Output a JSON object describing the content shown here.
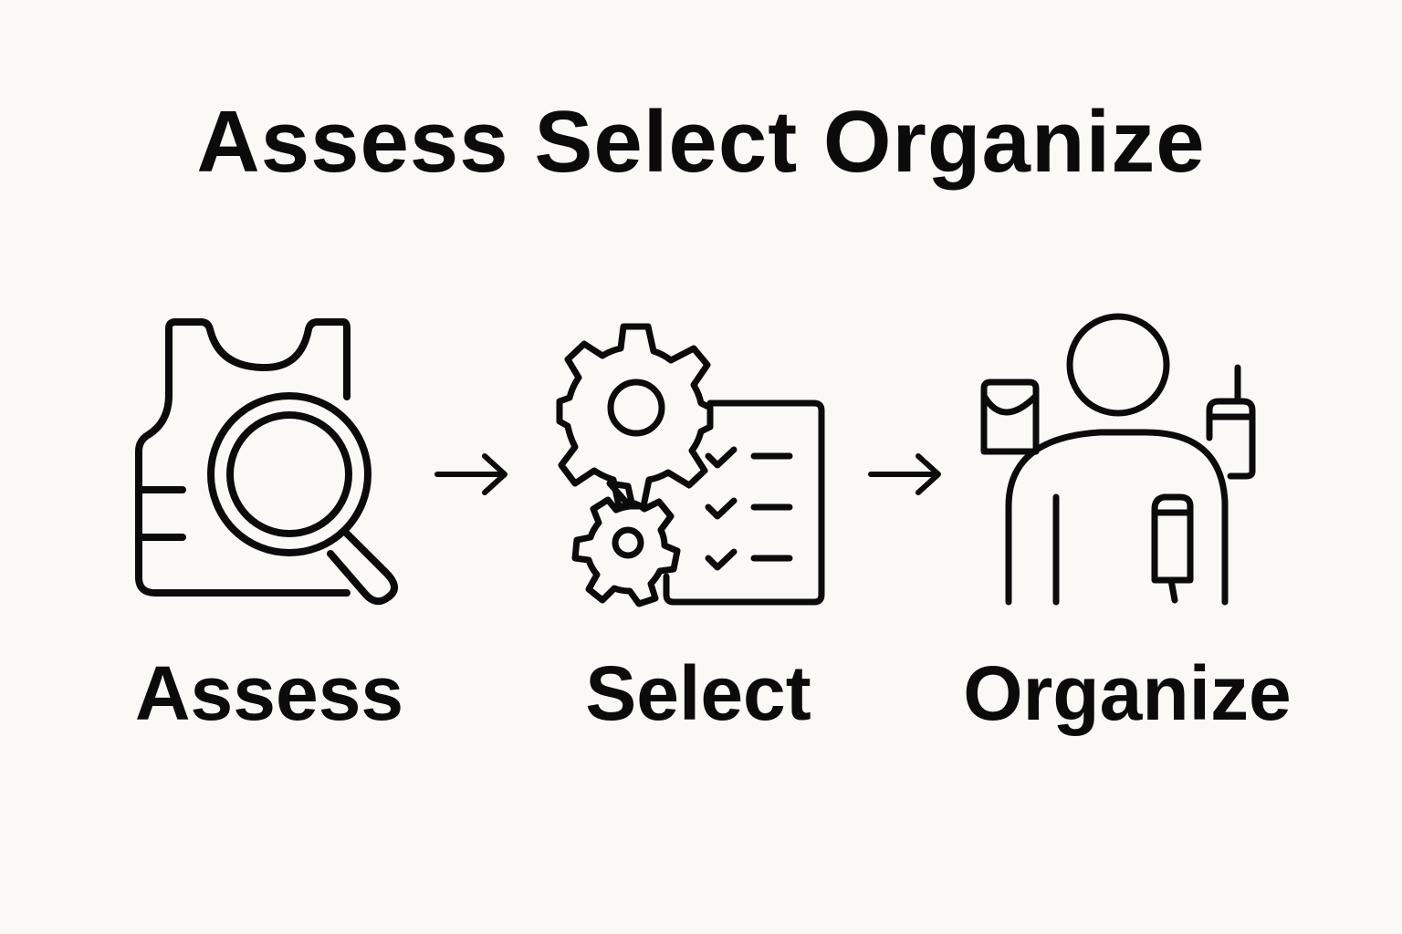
{
  "title": "Assess Select Organize",
  "steps": [
    {
      "label": "Assess",
      "icon": "vest-magnifier-icon"
    },
    {
      "label": "Select",
      "icon": "gears-checklist-icon"
    },
    {
      "label": "Organize",
      "icon": "person-gear-icon"
    }
  ],
  "connector_icon": "right-arrow-icon",
  "colors": {
    "background": "#faf9f6",
    "ink": "#0b0b0b"
  }
}
